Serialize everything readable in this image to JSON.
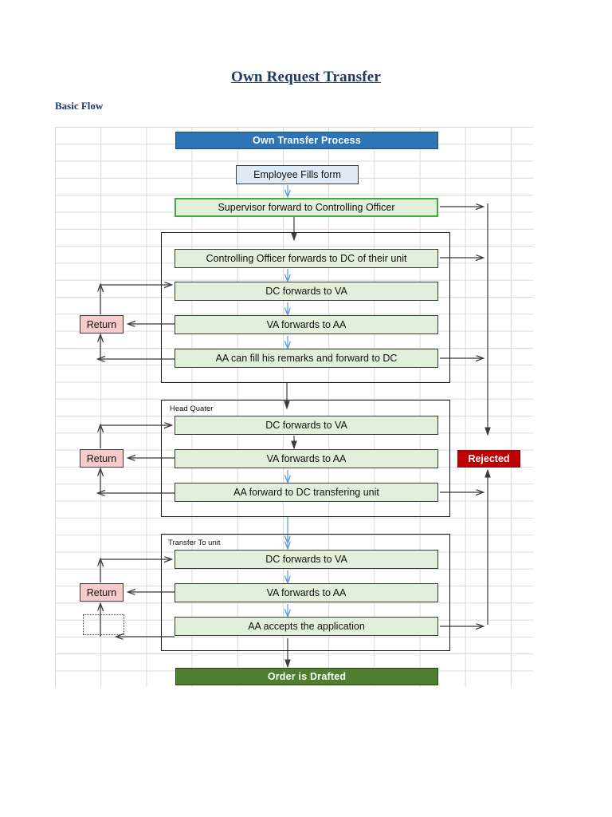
{
  "document": {
    "title": "Own Request Transfer",
    "subtitle": "Basic Flow"
  },
  "colors": {
    "title_text": "#1F3864",
    "header_bar": "#2E75B6",
    "footer_bar": "#4E7F2E",
    "process_box": "#E2EFDA",
    "input_box": "#DEEAF6",
    "return_box": "#F8CBCB",
    "rejected_box": "#C00000",
    "accent_green_border": "#41A93C",
    "grid_line": "#D9D9D9"
  },
  "flow": {
    "header_bar": "Own Transfer Process",
    "step_employee": "Employee  Fills form",
    "step_supervisor": "Supervisor forward to Controlling Officer",
    "footer_bar": "Order is Drafted",
    "rejected_label": "Rejected",
    "return_label_1": "Return",
    "return_label_2": "Return",
    "return_label_3": "Return"
  },
  "groups": [
    {
      "label": "",
      "steps": [
        "Controlling Officer forwards to DC of their unit",
        "DC forwards to VA",
        "VA forwards to AA",
        "AA can fill his remarks and forward to DC"
      ]
    },
    {
      "label": "Head Quater",
      "steps": [
        "DC forwards to VA",
        "VA forwards to AA",
        "AA forward to  DC transfering unit"
      ]
    },
    {
      "label": "Transfer To unit",
      "steps": [
        "DC forwards to VA",
        "VA forwards to AA",
        "AA accepts the application"
      ]
    }
  ]
}
